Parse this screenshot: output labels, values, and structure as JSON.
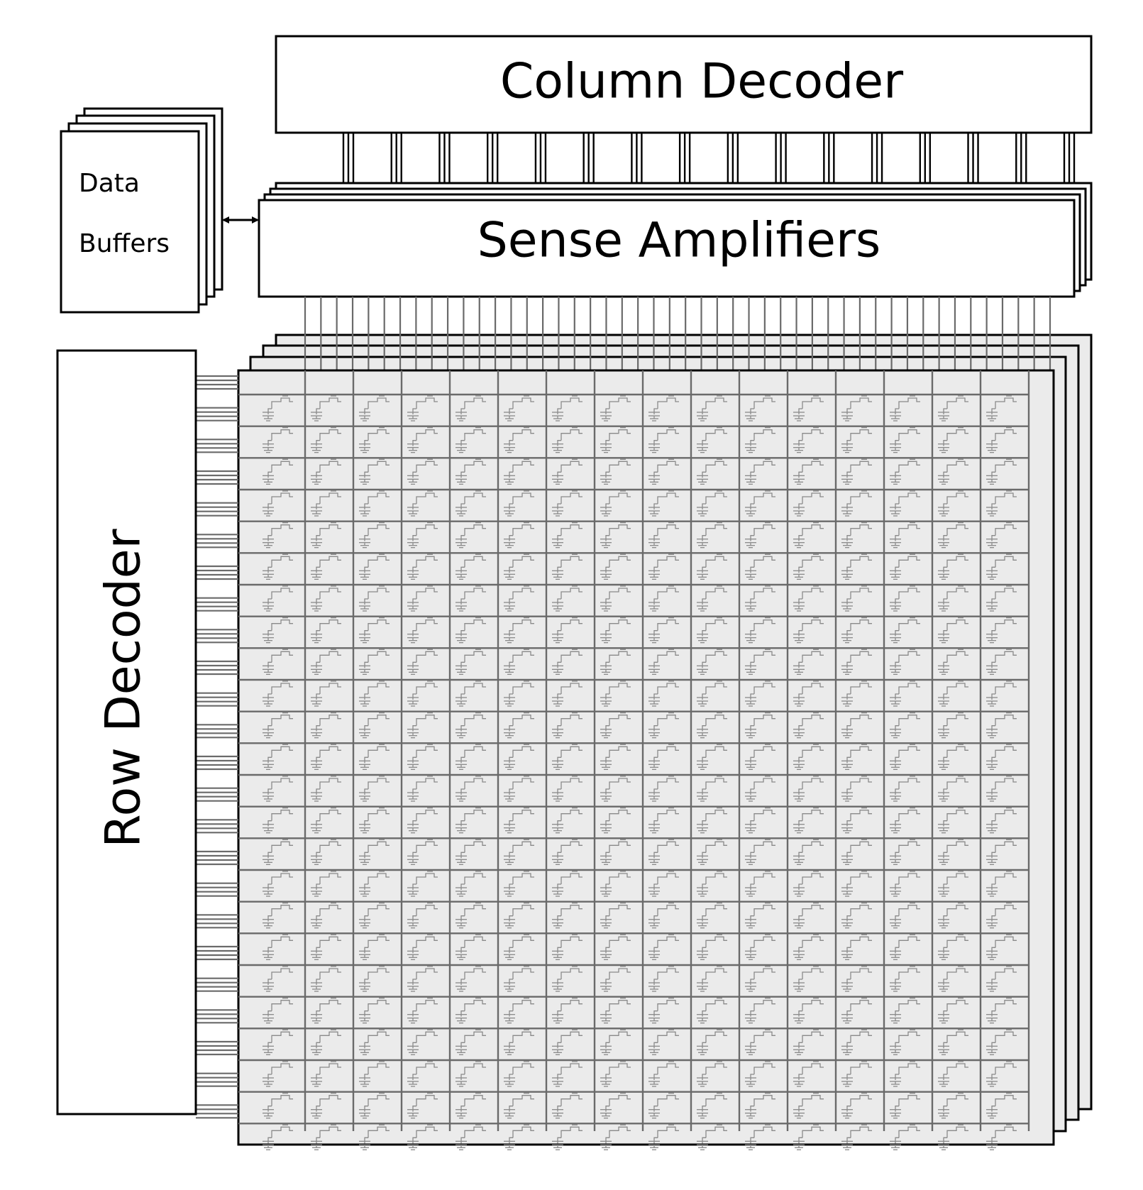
{
  "blocks": {
    "column_decoder": "Column Decoder",
    "sense_amplifiers": "Sense Amplifiers",
    "data_buffers_line1": "Data",
    "data_buffers_line2": "Buffers",
    "row_decoder": "Row Decoder"
  },
  "array": {
    "columns": 16,
    "rows": 24,
    "layers": 4
  },
  "colors": {
    "cell_fill": "#ebebeb",
    "grid_line": "#6a6a6a",
    "outline": "#000000"
  }
}
